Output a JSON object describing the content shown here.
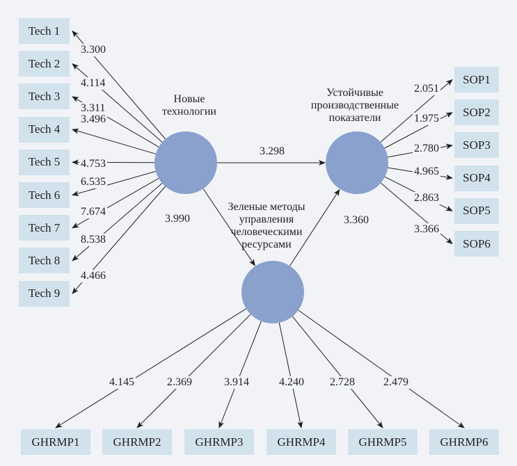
{
  "colors": {
    "background": "#f1f3f7",
    "box": "#d2e2ec",
    "node": "#8aa1cd",
    "line": "#1f1f1f"
  },
  "nodes": {
    "tech": {
      "title": [
        "Новые",
        "технологии"
      ]
    },
    "sop": {
      "title": [
        "Устойчивые",
        "производственные",
        "показатели"
      ]
    },
    "ghrm": {
      "title": [
        "Зеленые методы",
        "управления",
        "человеческими",
        "ресурсами"
      ]
    }
  },
  "tech_items": [
    {
      "label": "Tech 1",
      "value": "3.300"
    },
    {
      "label": "Tech 2",
      "value": "4.114"
    },
    {
      "label": "Tech 3",
      "value": "3.311"
    },
    {
      "label": "Tech 4",
      "value": "3.496"
    },
    {
      "label": "Tech 5",
      "value": "4.753"
    },
    {
      "label": "Tech 6",
      "value": "6.535"
    },
    {
      "label": "Tech 7",
      "value": "7.674"
    },
    {
      "label": "Tech 8",
      "value": "8.538"
    },
    {
      "label": "Tech 9",
      "value": "4.466"
    }
  ],
  "sop_items": [
    {
      "label": "SOP1",
      "value": "2.051"
    },
    {
      "label": "SOP2",
      "value": "1.975"
    },
    {
      "label": "SOP3",
      "value": "2.780"
    },
    {
      "label": "SOP4",
      "value": "4.965"
    },
    {
      "label": "SOP5",
      "value": "2.863"
    },
    {
      "label": "SOP6",
      "value": "3.366"
    }
  ],
  "ghrmp_items": [
    {
      "label": "GHRMP1",
      "value": "4.145"
    },
    {
      "label": "GHRMP2",
      "value": "2.369"
    },
    {
      "label": "GHRMP3",
      "value": "3.914"
    },
    {
      "label": "GHRMP4",
      "value": "4.240"
    },
    {
      "label": "GHRMP5",
      "value": "2.728"
    },
    {
      "label": "GHRMP6",
      "value": "2.479"
    }
  ],
  "paths": {
    "tech_to_sop": "3.298",
    "tech_to_ghrm": "3.990",
    "ghrm_to_sop": "3.360"
  }
}
